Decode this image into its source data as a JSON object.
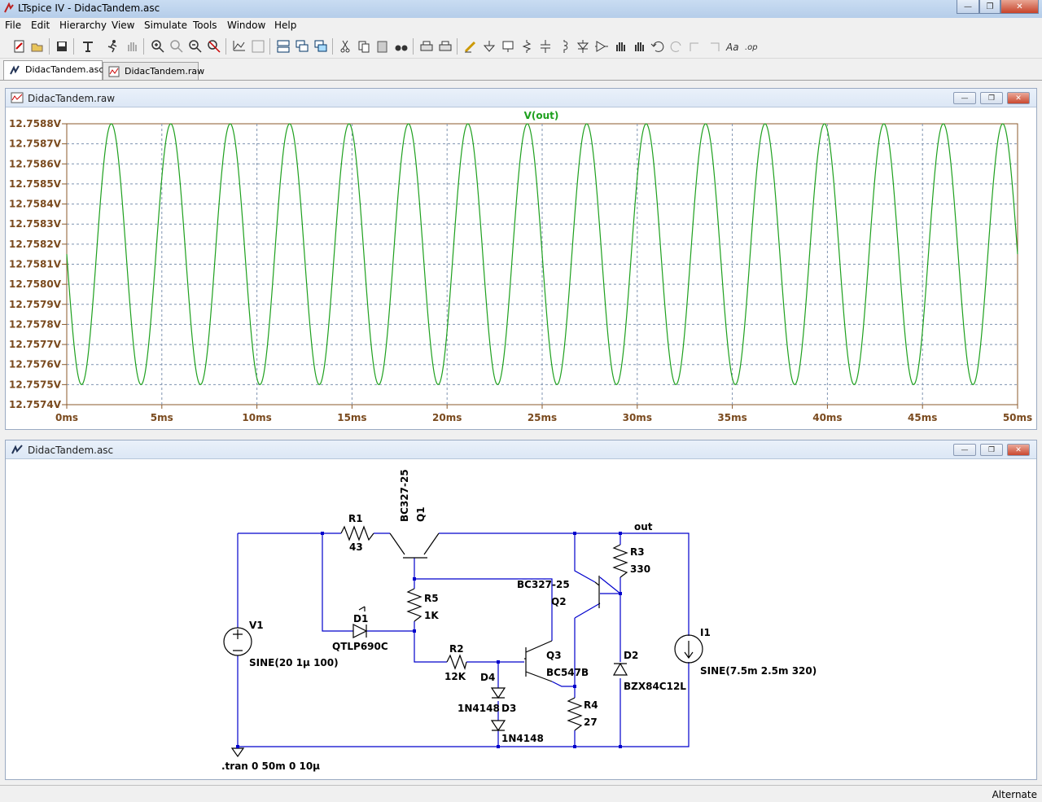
{
  "window": {
    "title": "LTspice IV - DidacTandem.asc"
  },
  "menu": [
    "File",
    "Edit",
    "Hierarchy",
    "View",
    "Simulate",
    "Tools",
    "Window",
    "Help"
  ],
  "toolbar_icons": [
    "new-schematic",
    "open",
    "save",
    "control-panel",
    "run",
    "halt",
    "zoom-in",
    "pan",
    "zoom-out",
    "zoom-fit",
    "autoscale",
    "waveform-window",
    "tile-horizontal",
    "tile-vertical",
    "cascade",
    "cut",
    "copy",
    "paste",
    "find",
    "print-setup",
    "print",
    "draw-wire",
    "ground",
    "label-net",
    "resistor",
    "capacitor",
    "inductor",
    "diode",
    "component",
    "move",
    "drag",
    "undo",
    "redo",
    "rotate",
    "mirror",
    "text",
    "spice-directive"
  ],
  "tabs": [
    {
      "label": "DidacTandem.asc",
      "active": true
    },
    {
      "label": "DidacTandem.raw",
      "active": false
    }
  ],
  "plot_window": {
    "title": "DidacTandem.raw"
  },
  "schematic_window": {
    "title": "DidacTandem.asc"
  },
  "chart_data": {
    "type": "line",
    "title": "V(out)",
    "color": "#1ea01e",
    "xlabel": "",
    "ylabel": "",
    "xlim": [
      0,
      50
    ],
    "ylim": [
      12.7574,
      12.7588
    ],
    "x_ticks": [
      "0ms",
      "5ms",
      "10ms",
      "15ms",
      "20ms",
      "25ms",
      "30ms",
      "35ms",
      "40ms",
      "45ms",
      "50ms"
    ],
    "x_tick_values": [
      0,
      5,
      10,
      15,
      20,
      25,
      30,
      35,
      40,
      45,
      50
    ],
    "y_ticks": [
      "12.7588V",
      "12.7587V",
      "12.7586V",
      "12.7585V",
      "12.7584V",
      "12.7583V",
      "12.7582V",
      "12.7581V",
      "12.7580V",
      "12.7579V",
      "12.7578V",
      "12.7577V",
      "12.7576V",
      "12.7575V",
      "12.7574V"
    ],
    "y_tick_values": [
      12.7588,
      12.7587,
      12.7586,
      12.7585,
      12.7584,
      12.7583,
      12.7582,
      12.7581,
      12.758,
      12.7579,
      12.7578,
      12.7577,
      12.7576,
      12.7575,
      12.7574
    ],
    "grid": true,
    "series": [
      {
        "name": "V(out)",
        "type": "sine",
        "offset": 12.75815,
        "amplitude": 0.00065,
        "frequency_hz": 320,
        "phase_deg": 180
      }
    ]
  },
  "schematic": {
    "labels": {
      "r1": "R1",
      "r1v": "43",
      "q1a": "BC327-25",
      "q1b": "Q1",
      "out": "out",
      "r3": "R3",
      "r3v": "330",
      "r5": "R5",
      "r5v": "1K",
      "q2a": "BC327-25",
      "q2b": "Q2",
      "v1": "V1",
      "v1v": "SINE(20 1μ 100)",
      "d1": "D1",
      "d1v": "QTLP690C",
      "r2": "R2",
      "r2v": "12K",
      "d4": "D4",
      "q3": "Q3",
      "q3v": "BC547B",
      "d2": "D2",
      "d2v": "BZX84C12L",
      "i1": "I1",
      "i1v": "SINE(7.5m 2.5m 320)",
      "d3a": "1N4148",
      "d3": "D3",
      "r4": "R4",
      "r4v": "27",
      "d3b": "1N4148",
      "tran": ".tran 0 50m 0 10μ"
    }
  },
  "status": {
    "text": "Alternate"
  }
}
